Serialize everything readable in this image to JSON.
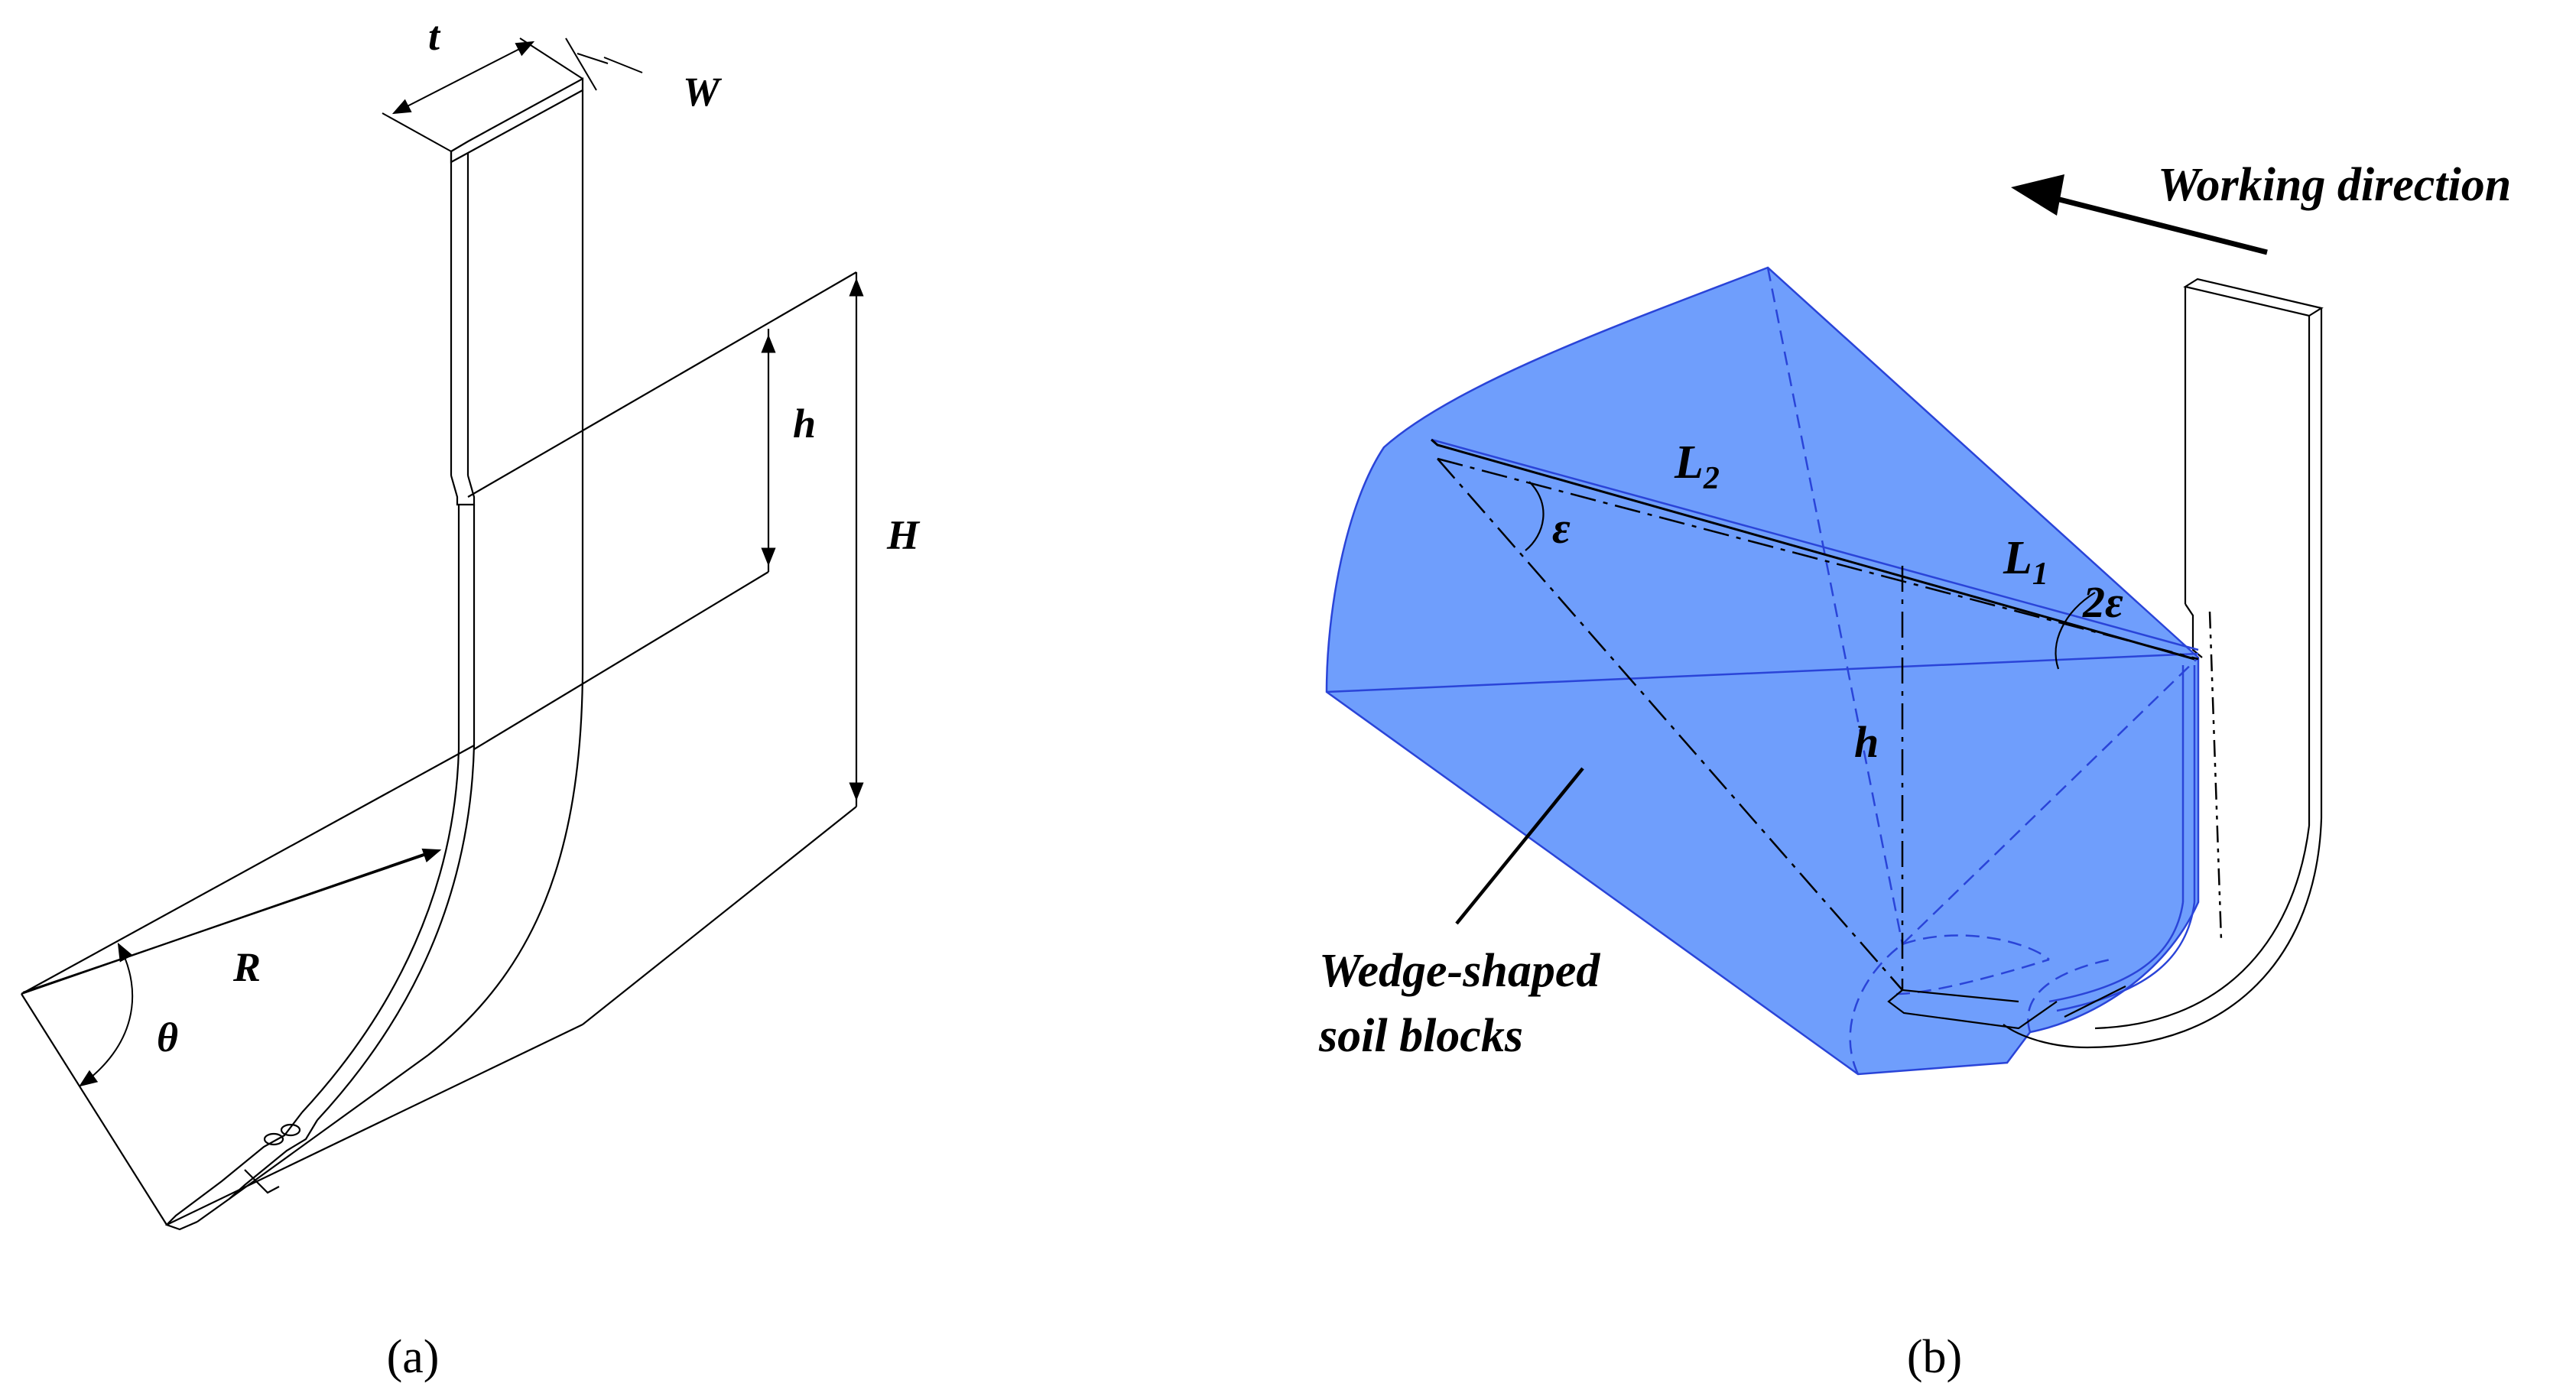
{
  "panel_a": {
    "caption": "(a)",
    "labels": {
      "t": "t",
      "W": "W",
      "h": "h",
      "H": "H",
      "R": "R",
      "theta": "θ"
    }
  },
  "panel_b": {
    "caption": "(b)",
    "labels": {
      "working_direction": "Working direction",
      "L2_base": "L",
      "L2_sub": "2",
      "L1_base": "L",
      "L1_sub": "1",
      "epsilon": "ε",
      "two_epsilon": "2ε",
      "h": "h",
      "soil_line1": "Wedge-shaped",
      "soil_line2": "soil blocks"
    },
    "colors": {
      "soil_fill": "#6f9efc",
      "soil_outline": "#2a44d8"
    }
  }
}
